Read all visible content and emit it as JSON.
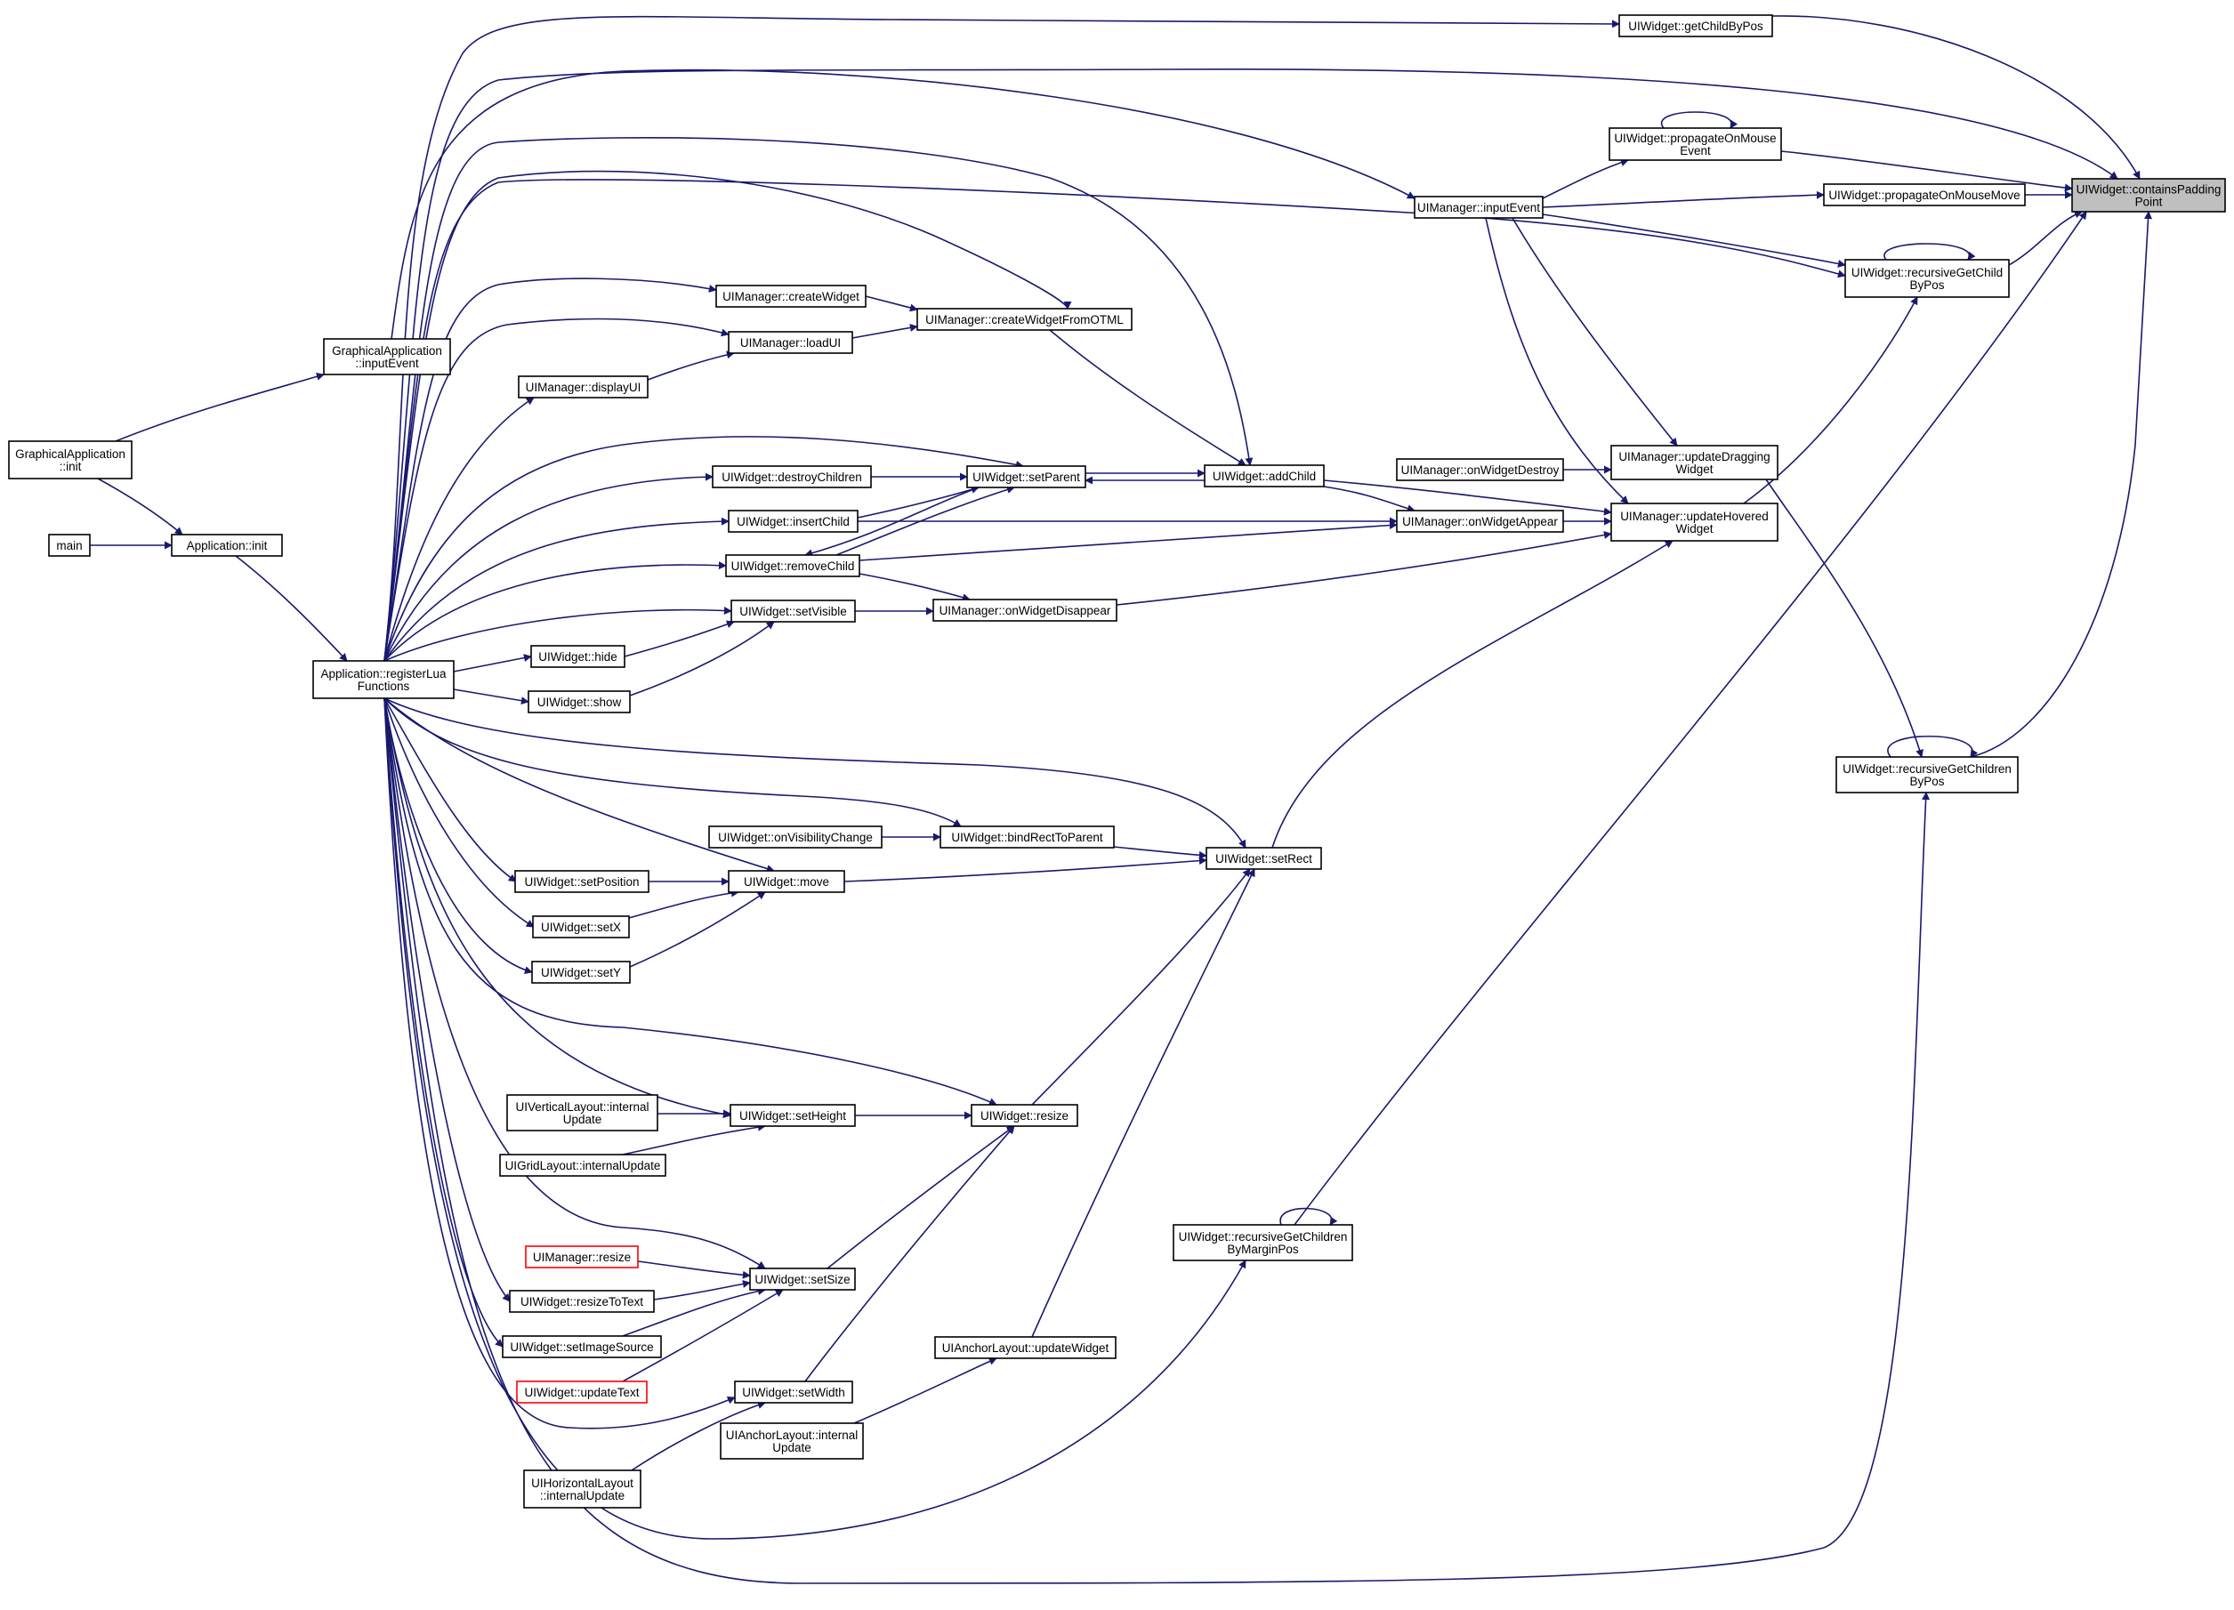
{
  "diagram": {
    "colors": {
      "edge": "#191970",
      "node_border": "#000000",
      "node_fill": "#ffffff",
      "root_fill": "#bfbfbf",
      "highlight_border": "#ff0000"
    },
    "nodes": {
      "containsPaddingPoint": {
        "lines": [
          "UIWidget::containsPadding",
          "Point"
        ],
        "style": "root"
      },
      "getChildByPos": {
        "lines": [
          "UIWidget::getChildByPos"
        ]
      },
      "propagateOnMouseEvent": {
        "lines": [
          "UIWidget::propagateOnMouse",
          "Event"
        ]
      },
      "propagateOnMouseMove": {
        "lines": [
          "UIWidget::propagateOnMouseMove"
        ]
      },
      "recursiveGetChildByPos": {
        "lines": [
          "UIWidget::recursiveGetChild",
          "ByPos"
        ]
      },
      "inputEvent": {
        "lines": [
          "UIManager::inputEvent"
        ]
      },
      "updateDraggingWidget": {
        "lines": [
          "UIManager::updateDragging",
          "Widget"
        ]
      },
      "updateHoveredWidget": {
        "lines": [
          "UIManager::updateHovered",
          "Widget"
        ]
      },
      "onWidgetDestroy": {
        "lines": [
          "UIManager::onWidgetDestroy"
        ]
      },
      "onWidgetAppear": {
        "lines": [
          "UIManager::onWidgetAppear"
        ]
      },
      "onWidgetDisappear": {
        "lines": [
          "UIManager::onWidgetDisappear"
        ]
      },
      "recursiveGetChildrenByPos": {
        "lines": [
          "UIWidget::recursiveGetChildren",
          "ByPos"
        ]
      },
      "recursiveGetChildrenByMarginPos": {
        "lines": [
          "UIWidget::recursiveGetChildren",
          "ByMarginPos"
        ]
      },
      "addChild": {
        "lines": [
          "UIWidget::addChild"
        ]
      },
      "setRect": {
        "lines": [
          "UIWidget::setRect"
        ]
      },
      "createWidgetFromOTML": {
        "lines": [
          "UIManager::createWidgetFromOTML"
        ]
      },
      "createWidget": {
        "lines": [
          "UIManager::createWidget"
        ]
      },
      "loadUI": {
        "lines": [
          "UIManager::loadUI"
        ]
      },
      "displayUI": {
        "lines": [
          "UIManager::displayUI"
        ]
      },
      "setParent": {
        "lines": [
          "UIWidget::setParent"
        ]
      },
      "destroyChildren": {
        "lines": [
          "UIWidget::destroyChildren"
        ]
      },
      "insertChild": {
        "lines": [
          "UIWidget::insertChild"
        ]
      },
      "removeChild": {
        "lines": [
          "UIWidget::removeChild"
        ]
      },
      "setVisible": {
        "lines": [
          "UIWidget::setVisible"
        ]
      },
      "hide": {
        "lines": [
          "UIWidget::hide"
        ]
      },
      "show": {
        "lines": [
          "UIWidget::show"
        ]
      },
      "bindRectToParent": {
        "lines": [
          "UIWidget::bindRectToParent"
        ]
      },
      "onVisibilityChange": {
        "lines": [
          "UIWidget::onVisibilityChange"
        ]
      },
      "move": {
        "lines": [
          "UIWidget::move"
        ]
      },
      "setPosition": {
        "lines": [
          "UIWidget::setPosition"
        ]
      },
      "setX": {
        "lines": [
          "UIWidget::setX"
        ]
      },
      "setY": {
        "lines": [
          "UIWidget::setY"
        ]
      },
      "resize": {
        "lines": [
          "UIWidget::resize"
        ]
      },
      "setHeight": {
        "lines": [
          "UIWidget::setHeight"
        ]
      },
      "verticalInternalUpdate": {
        "lines": [
          "UIVerticalLayout::internal",
          "Update"
        ]
      },
      "gridInternalUpdate": {
        "lines": [
          "UIGridLayout::internalUpdate"
        ]
      },
      "setSize": {
        "lines": [
          "UIWidget::setSize"
        ]
      },
      "managerResize": {
        "lines": [
          "UIManager::resize"
        ],
        "style": "red"
      },
      "resizeToText": {
        "lines": [
          "UIWidget::resizeToText"
        ]
      },
      "setImageSource": {
        "lines": [
          "UIWidget::setImageSource"
        ]
      },
      "updateText": {
        "lines": [
          "UIWidget::updateText"
        ],
        "style": "red"
      },
      "setWidth": {
        "lines": [
          "UIWidget::setWidth"
        ]
      },
      "anchorUpdateWidget": {
        "lines": [
          "UIAnchorLayout::updateWidget"
        ]
      },
      "anchorInternalUpdate": {
        "lines": [
          "UIAnchorLayout::internal",
          "Update"
        ]
      },
      "horizontalInternalUpdate": {
        "lines": [
          "UIHorizontalLayout",
          "::internalUpdate"
        ]
      },
      "registerLuaFunctions": {
        "lines": [
          "Application::registerLua",
          "Functions"
        ]
      },
      "graphicalInputEvent": {
        "lines": [
          "GraphicalApplication",
          "::inputEvent"
        ]
      },
      "graphicalInit": {
        "lines": [
          "GraphicalApplication",
          "::init"
        ]
      },
      "applicationInit": {
        "lines": [
          "Application::init"
        ]
      },
      "main": {
        "lines": [
          "main"
        ]
      }
    }
  }
}
